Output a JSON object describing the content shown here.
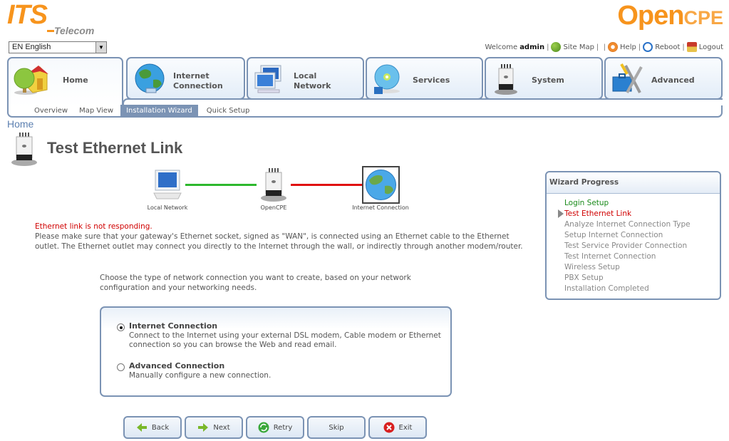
{
  "brand": {
    "its_text": "ITS",
    "telecom_text": "Telecom",
    "open_text": "Open",
    "cpe_text": "CPE"
  },
  "language": {
    "selected": "EN English"
  },
  "toplinks": {
    "welcome": "Welcome",
    "user": "admin",
    "site_map": "Site Map",
    "help": "Help",
    "reboot": "Reboot",
    "logout": "Logout"
  },
  "tabs": [
    {
      "label": "Home",
      "icon": "home-icon",
      "active": true
    },
    {
      "label_line1": "Internet",
      "label_line2": "Connection",
      "icon": "globe-icon"
    },
    {
      "label_line1": "Local",
      "label_line2": "Network",
      "icon": "computers-icon"
    },
    {
      "label": "Services",
      "icon": "disc-icon"
    },
    {
      "label": "System",
      "icon": "router-icon"
    },
    {
      "label": "Advanced",
      "icon": "toolbox-icon"
    }
  ],
  "subtabs": [
    {
      "label": "Overview"
    },
    {
      "label": "Map View"
    },
    {
      "label": "Installation Wizard",
      "active": true
    },
    {
      "label": "Quick Setup"
    }
  ],
  "breadcrumb": "Home",
  "page_title": "Test Ethernet Link",
  "diagram": {
    "local_network": "Local Network",
    "opencpe": "OpenCPE",
    "internet_connection": "Internet Connection",
    "lan_link_color": "#2db82d",
    "wan_link_color": "#e01010"
  },
  "messages": {
    "error": "Ethernet link is not responding.",
    "info": "Please make sure that your gateway's Ethernet socket, signed as \"WAN\", is connected using an Ethernet cable to the Ethernet outlet. The Ethernet outlet may connect you directly to the Internet through the wall, or indirectly through another modem/router.",
    "choose": "Choose the type of network connection you want to create, based on your network configuration and your networking needs."
  },
  "options": [
    {
      "title": "Internet Connection",
      "desc": "Connect to the Internet using your external DSL modem, Cable modem or Ethernet connection so you can browse the Web and read email.",
      "checked": true
    },
    {
      "title": "Advanced Connection",
      "desc": "Manually configure a new connection.",
      "checked": false
    }
  ],
  "buttons": {
    "back": "Back",
    "next": "Next",
    "retry": "Retry",
    "skip": "Skip",
    "exit": "Exit"
  },
  "wizard": {
    "title": "Wizard Progress",
    "steps": [
      {
        "label": "Login Setup",
        "state": "done"
      },
      {
        "label": "Test Ethernet Link",
        "state": "current"
      },
      {
        "label": "Analyze Internet Connection Type",
        "state": "pending"
      },
      {
        "label": "Setup Internet Connection",
        "state": "pending"
      },
      {
        "label": "Test Service Provider Connection",
        "state": "pending"
      },
      {
        "label": "Test Internet Connection",
        "state": "pending"
      },
      {
        "label": "Wireless Setup",
        "state": "pending"
      },
      {
        "label": "PBX Setup",
        "state": "pending"
      },
      {
        "label": "Installation Completed",
        "state": "pending"
      }
    ]
  },
  "colors": {
    "accent": "#7b93b4",
    "brand_orange": "#f7941d",
    "error": "#d00000",
    "done": "#1a8a1a"
  }
}
